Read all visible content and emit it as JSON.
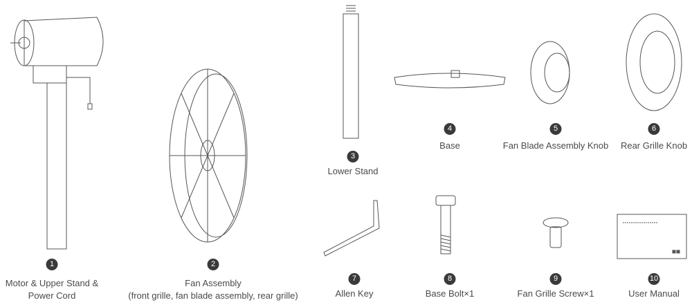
{
  "parts": [
    {
      "number": "1",
      "label_lines": [
        "Motor & Upper Stand &",
        "Power Cord"
      ]
    },
    {
      "number": "2",
      "label_lines": [
        "Fan Assembly",
        "(front grille, fan blade assembly, rear grille)"
      ]
    },
    {
      "number": "3",
      "label_lines": [
        "Lower Stand"
      ]
    },
    {
      "number": "4",
      "label_lines": [
        "Base"
      ]
    },
    {
      "number": "5",
      "label_lines": [
        "Fan Blade Assembly Knob"
      ]
    },
    {
      "number": "6",
      "label_lines": [
        "Rear Grille Knob"
      ]
    },
    {
      "number": "7",
      "label_lines": [
        "Allen Key"
      ]
    },
    {
      "number": "8",
      "label_lines": [
        "Base Bolt×1"
      ]
    },
    {
      "number": "9",
      "label_lines": [
        "Fan Grille Screw×1"
      ]
    },
    {
      "number": "10",
      "label_lines": [
        "User Manual"
      ]
    }
  ],
  "colors": {
    "line": "#555555",
    "badge": "#3a3a3a"
  }
}
